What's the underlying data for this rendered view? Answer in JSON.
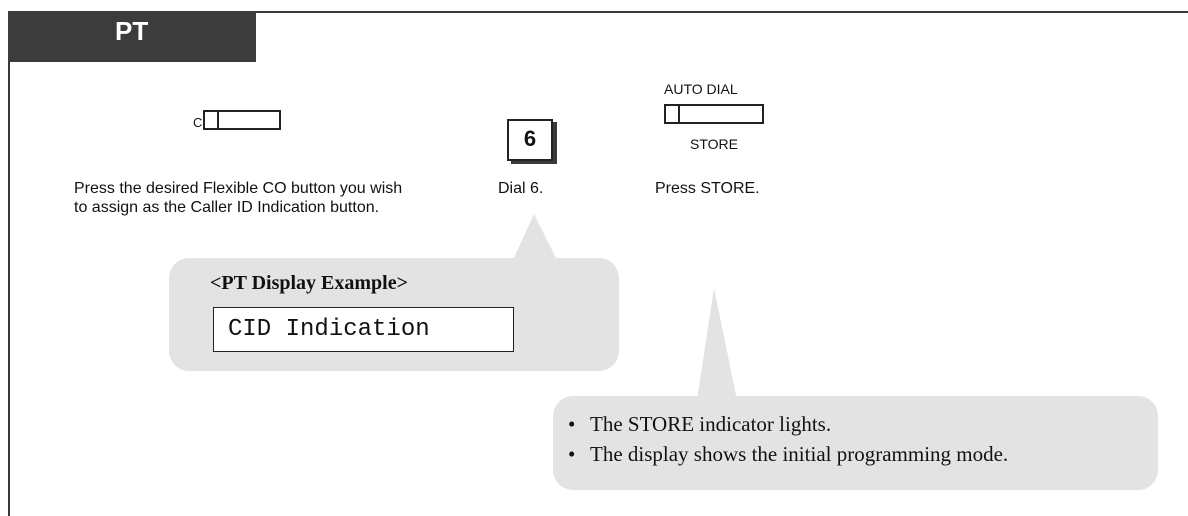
{
  "header": {
    "tab_label": "PT"
  },
  "steps": [
    {
      "key_label": "CO",
      "text": "Press the desired Flexible CO button you wish to assign as the Caller ID Indication button."
    },
    {
      "key_label": "6",
      "text": "Dial 6."
    },
    {
      "key_label_top": "AUTO DIAL",
      "key_label_bottom": "STORE",
      "text": "Press STORE."
    }
  ],
  "display_example": {
    "title": "<PT Display Example>",
    "screen_text": "CID Indication"
  },
  "notes": {
    "bullet": "•",
    "items": [
      "The STORE indicator lights.",
      "The display shows the initial programming mode."
    ]
  }
}
